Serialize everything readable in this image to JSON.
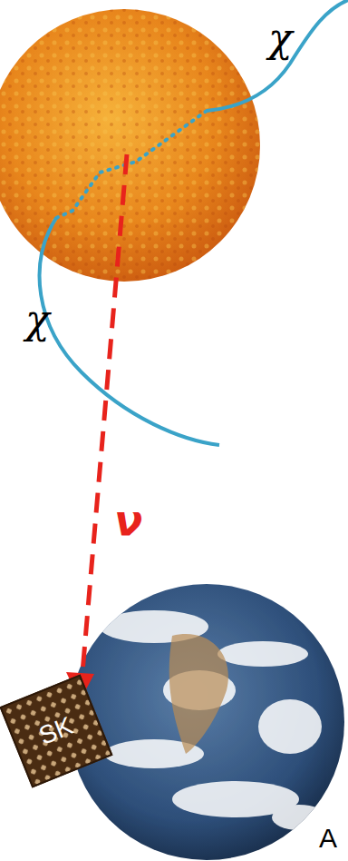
{
  "diagram": {
    "nodes": [
      {
        "text": [
          "SK"
        ]
      }
    ],
    "labels": [
      "χ",
      "χ",
      "ν",
      "A"
    ]
  }
}
